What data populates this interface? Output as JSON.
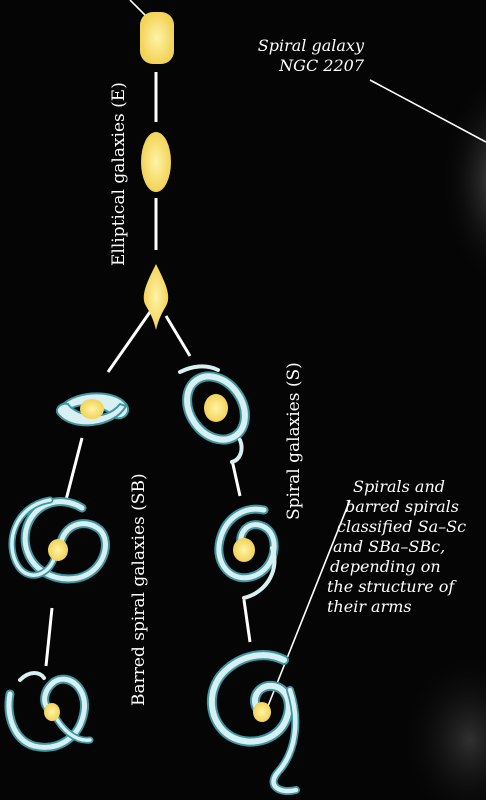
{
  "labels": {
    "elliptical": "Elliptical galaxies (E)",
    "spiral": "Spiral galaxies (S)",
    "barred": "Barred spiral galaxies (SB)",
    "ngc_line1": "Spiral galaxy",
    "ngc_line2": "NGC 2207",
    "note": [
      "Spirals and",
      "barred spirals",
      "classified Sa–Sc",
      "and SBa–SBc,",
      "depending on",
      "the structure of",
      "their arms"
    ]
  },
  "colors": {
    "background": "#050505",
    "galaxy_core": "#f6dc6a",
    "arm": "#d8f0f2",
    "arm_edge": "#3e97a2",
    "line": "#ffffff"
  }
}
